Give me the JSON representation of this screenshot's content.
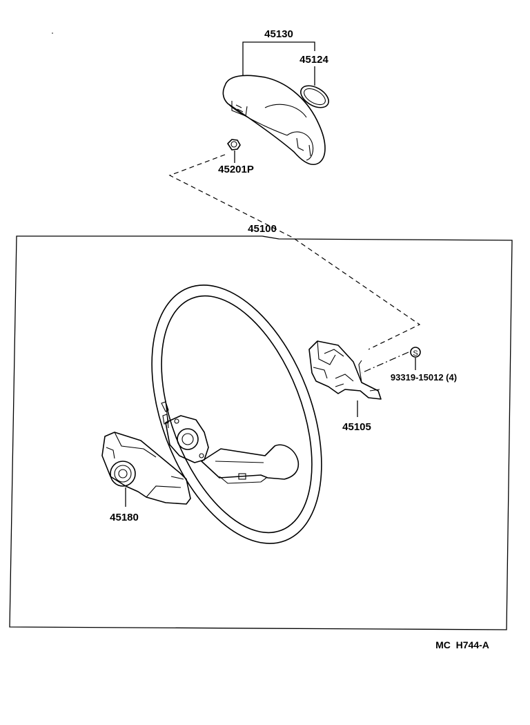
{
  "part_labels": {
    "p45130": "45130",
    "p45124": "45124",
    "p45201p": "45201P",
    "p45100": "45100",
    "p93319": "93319-15012 (4)",
    "p45105": "45105",
    "p45180": "45180"
  },
  "diagram_code": "MC  H744-A",
  "fastener_symbol": "S"
}
